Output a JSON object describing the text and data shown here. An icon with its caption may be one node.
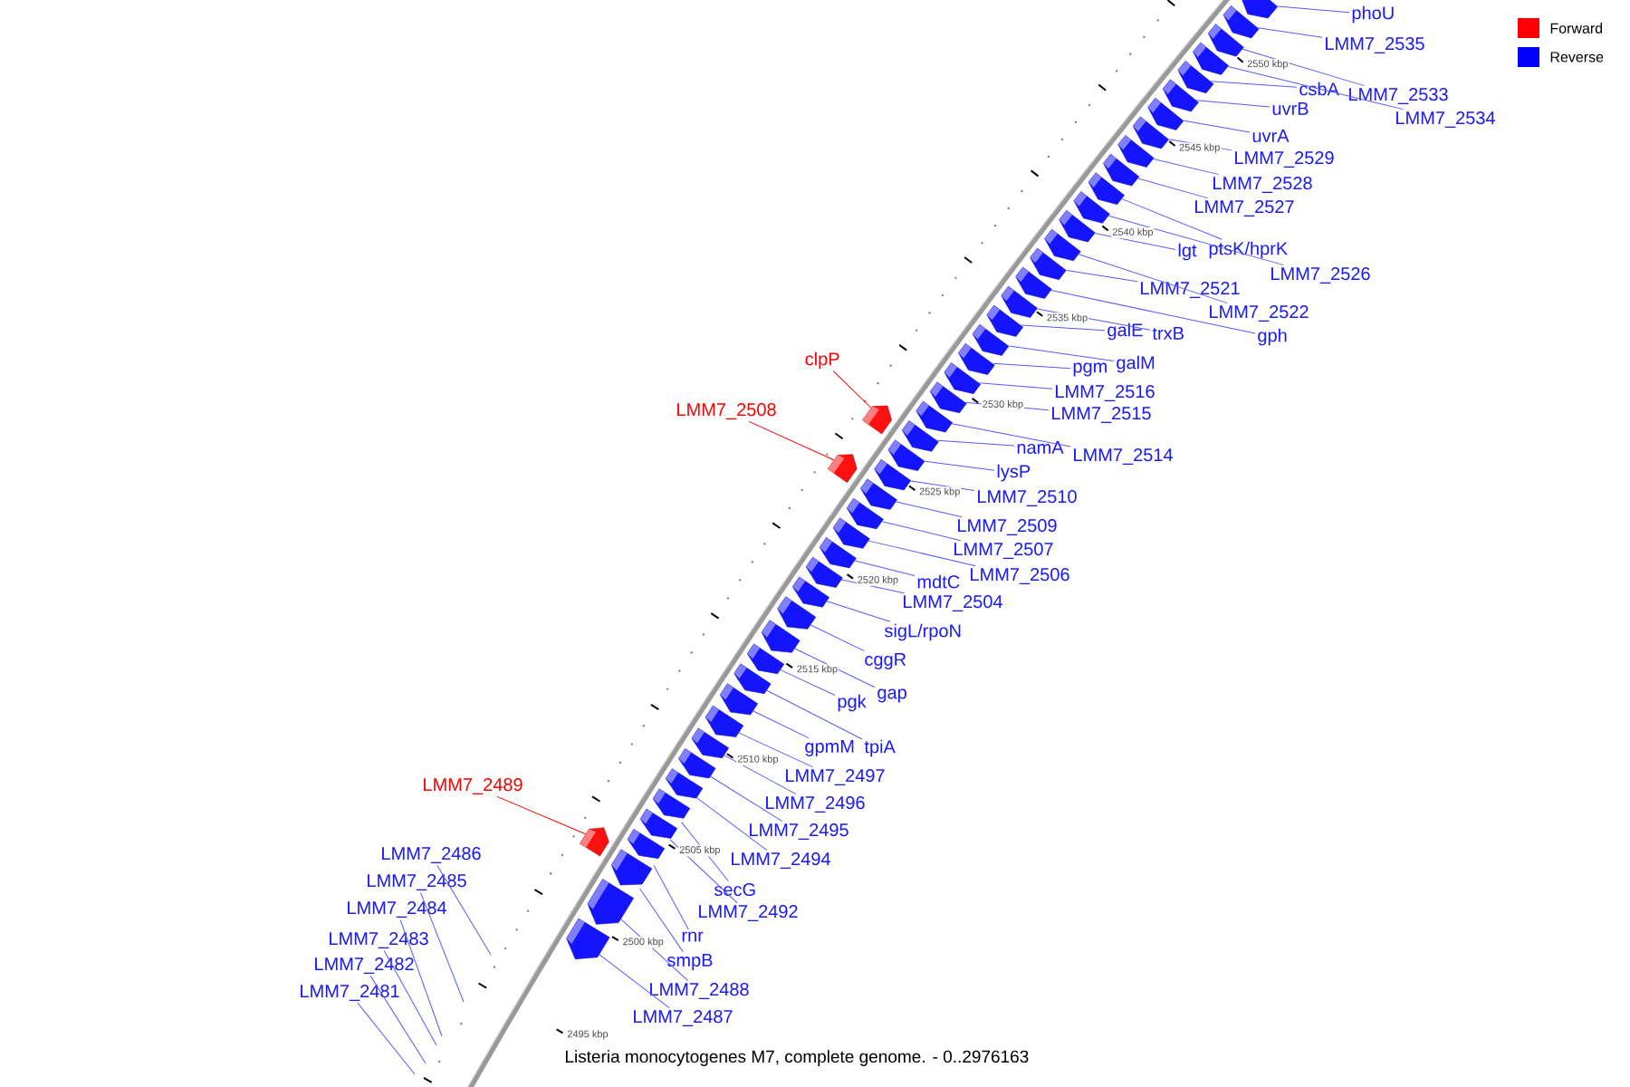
{
  "diagram": {
    "caption": "Listeria monocytogenes M7, complete genome. - 0..2976163",
    "nodes": [
      {
        "text": [
          "phoU"
        ]
      },
      {
        "text": [
          "LMM7_2535"
        ]
      },
      {
        "text": [
          "LMM7_2533"
        ]
      },
      {
        "text": [
          "csbA"
        ]
      },
      {
        "text": [
          "uvrB"
        ]
      },
      {
        "text": [
          "LMM7_2534"
        ]
      },
      {
        "text": [
          "uvrA"
        ]
      },
      {
        "text": [
          "LMM7_2529"
        ]
      },
      {
        "text": [
          "LMM7_2528"
        ]
      },
      {
        "text": [
          "LMM7_2527"
        ]
      },
      {
        "text": [
          "ptsK/hprK"
        ]
      },
      {
        "text": [
          "lgt"
        ]
      },
      {
        "text": [
          "LMM7_2526"
        ]
      },
      {
        "text": [
          "LMM7_2521"
        ]
      },
      {
        "text": [
          "LMM7_2522"
        ]
      },
      {
        "text": [
          "galE"
        ]
      },
      {
        "text": [
          "trxB"
        ]
      },
      {
        "text": [
          "gph"
        ]
      },
      {
        "text": [
          "clpP"
        ]
      },
      {
        "text": [
          "galM"
        ]
      },
      {
        "text": [
          "pgm"
        ]
      },
      {
        "text": [
          "LMM7_2516"
        ]
      },
      {
        "text": [
          "LMM7_2508"
        ]
      },
      {
        "text": [
          "LMM7_2515"
        ]
      },
      {
        "text": [
          "namA"
        ]
      },
      {
        "text": [
          "LMM7_2514"
        ]
      },
      {
        "text": [
          "lysP"
        ]
      },
      {
        "text": [
          "LMM7_2510"
        ]
      },
      {
        "text": [
          "LMM7_2509"
        ]
      },
      {
        "text": [
          "LMM7_2507"
        ]
      },
      {
        "text": [
          "LMM7_2506"
        ]
      },
      {
        "text": [
          "mdtC"
        ]
      },
      {
        "text": [
          "LMM7_2504"
        ]
      },
      {
        "text": [
          "sigL/rpoN"
        ]
      },
      {
        "text": [
          "cggR"
        ]
      },
      {
        "text": [
          "pgk"
        ]
      },
      {
        "text": [
          "gap"
        ]
      },
      {
        "text": [
          "gpmM"
        ]
      },
      {
        "text": [
          "tpiA"
        ]
      },
      {
        "text": [
          "LMM7_2497"
        ]
      },
      {
        "text": [
          "LMM7_2489"
        ]
      },
      {
        "text": [
          "LMM7_2496"
        ]
      },
      {
        "text": [
          "LMM7_2495"
        ]
      },
      {
        "text": [
          "LMM7_2486"
        ]
      },
      {
        "text": [
          "LMM7_2494"
        ]
      },
      {
        "text": [
          "LMM7_2485"
        ]
      },
      {
        "text": [
          "secG"
        ]
      },
      {
        "text": [
          "LMM7_2484"
        ]
      },
      {
        "text": [
          "LMM7_2492"
        ]
      },
      {
        "text": [
          "rnr"
        ]
      },
      {
        "text": [
          "LMM7_2483"
        ]
      },
      {
        "text": [
          "smpB"
        ]
      },
      {
        "text": [
          "LMM7_2482"
        ]
      },
      {
        "text": [
          "LMM7_2488"
        ]
      },
      {
        "text": [
          "LMM7_2481"
        ]
      },
      {
        "text": [
          "LMM7_2487"
        ]
      },
      {
        "text": [],
        "shape": "pentagon"
      },
      {
        "text": [],
        "shape": "pentagon"
      },
      {
        "text": [],
        "shape": "pentagon"
      },
      {
        "text": [],
        "shape": "pentagon"
      },
      {
        "text": [],
        "shape": "pentagon"
      },
      {
        "text": [],
        "shape": "pentagon"
      },
      {
        "text": [],
        "shape": "pentagon"
      },
      {
        "text": [],
        "shape": "pentagon"
      },
      {
        "text": [],
        "shape": "pentagon"
      },
      {
        "text": [],
        "shape": "pentagon"
      },
      {
        "text": [],
        "shape": "pentagon"
      },
      {
        "text": [],
        "shape": "pentagon"
      },
      {
        "text": [],
        "shape": "pentagon"
      },
      {
        "text": [],
        "shape": "pentagon"
      },
      {
        "text": [],
        "shape": "pentagon"
      },
      {
        "text": [],
        "shape": "pentagon"
      },
      {
        "text": [],
        "shape": "pentagon"
      },
      {
        "text": [],
        "shape": "pentagon"
      },
      {
        "text": [],
        "shape": "pentagon"
      },
      {
        "text": [],
        "shape": "pentagon"
      },
      {
        "text": [],
        "shape": "pentagon"
      },
      {
        "text": [],
        "shape": "pentagon"
      },
      {
        "text": [],
        "shape": "pentagon"
      },
      {
        "text": [],
        "shape": "pentagon"
      },
      {
        "text": [],
        "shape": "pentagon"
      },
      {
        "text": [],
        "shape": "pentagon"
      },
      {
        "text": [],
        "shape": "pentagon"
      },
      {
        "text": [],
        "shape": "pentagon"
      },
      {
        "text": [],
        "shape": "pentagon"
      },
      {
        "text": [],
        "shape": "pentagon"
      },
      {
        "text": [],
        "shape": "pentagon"
      },
      {
        "text": [],
        "shape": "pentagon"
      },
      {
        "text": [],
        "shape": "pentagon"
      },
      {
        "text": [],
        "shape": "pentagon"
      },
      {
        "text": [],
        "shape": "pentagon"
      },
      {
        "text": [],
        "shape": "pentagon"
      },
      {
        "text": [],
        "shape": "pentagon"
      },
      {
        "text": [],
        "shape": "pentagon"
      },
      {
        "text": [],
        "shape": "pentagon"
      },
      {
        "text": [],
        "shape": "pentagon"
      },
      {
        "text": [],
        "shape": "pentagon"
      },
      {
        "text": [],
        "shape": "pentagon"
      },
      {
        "text": [],
        "shape": "pentagon"
      },
      {
        "text": [],
        "shape": "pentagon"
      },
      {
        "text": [],
        "shape": "pentagon"
      },
      {
        "text": [],
        "shape": "pentagon"
      },
      {
        "text": [],
        "shape": "pentagon"
      },
      {
        "text": [],
        "shape": "pentagon"
      },
      {
        "text": [],
        "shape": "pentagon"
      },
      {
        "text": [],
        "shape": "pentagon"
      }
    ],
    "edges": [
      {
        "from": 0,
        "to": 56,
        "arrow": "none"
      },
      {
        "from": 1,
        "to": 57,
        "arrow": "none"
      },
      {
        "from": 2,
        "to": 58,
        "arrow": "none"
      },
      {
        "from": 3,
        "to": 59,
        "arrow": "none"
      },
      {
        "from": 4,
        "to": 60,
        "arrow": "none"
      },
      {
        "from": 5,
        "to": 61,
        "arrow": "none"
      },
      {
        "from": 6,
        "to": 62,
        "arrow": "none"
      },
      {
        "from": 7,
        "to": 63,
        "arrow": "none"
      },
      {
        "from": 8,
        "to": 64,
        "arrow": "none"
      },
      {
        "from": 9,
        "to": 65,
        "arrow": "none"
      },
      {
        "from": 10,
        "to": 66,
        "arrow": "none"
      },
      {
        "from": 11,
        "to": 67,
        "arrow": "none"
      },
      {
        "from": 12,
        "to": 68,
        "arrow": "none"
      },
      {
        "from": 13,
        "to": 69,
        "arrow": "none"
      },
      {
        "from": 14,
        "to": 70,
        "arrow": "none"
      },
      {
        "from": 15,
        "to": 71,
        "arrow": "none"
      },
      {
        "from": 16,
        "to": 72,
        "arrow": "none"
      },
      {
        "from": 17,
        "to": 73,
        "arrow": "none"
      },
      {
        "from": 18,
        "to": 74,
        "arrow": "none",
        "color": "#ff0000"
      },
      {
        "from": 19,
        "to": 75,
        "arrow": "none"
      },
      {
        "from": 20,
        "to": 76,
        "arrow": "none"
      },
      {
        "from": 21,
        "to": 77,
        "arrow": "none"
      },
      {
        "from": 22,
        "to": 78,
        "arrow": "none",
        "color": "#ff0000"
      },
      {
        "from": 23,
        "to": 79,
        "arrow": "none"
      },
      {
        "from": 24,
        "to": 80,
        "arrow": "none"
      },
      {
        "from": 25,
        "to": 81,
        "arrow": "none"
      },
      {
        "from": 26,
        "to": 82,
        "arrow": "none"
      },
      {
        "from": 27,
        "to": 83,
        "arrow": "none"
      },
      {
        "from": 28,
        "to": 84,
        "arrow": "none"
      },
      {
        "from": 29,
        "to": 85,
        "arrow": "none"
      },
      {
        "from": 30,
        "to": 86,
        "arrow": "none"
      },
      {
        "from": 31,
        "to": 87,
        "arrow": "none"
      },
      {
        "from": 32,
        "to": 88,
        "arrow": "none"
      },
      {
        "from": 33,
        "to": 89,
        "arrow": "none"
      },
      {
        "from": 34,
        "to": 90,
        "arrow": "none"
      },
      {
        "from": 35,
        "to": 91,
        "arrow": "none"
      },
      {
        "from": 36,
        "to": 92,
        "arrow": "none"
      },
      {
        "from": 37,
        "to": 93,
        "arrow": "none"
      },
      {
        "from": 38,
        "to": 94,
        "arrow": "none"
      },
      {
        "from": 39,
        "to": 95,
        "arrow": "none"
      },
      {
        "from": 40,
        "to": 96,
        "arrow": "none",
        "color": "#ff0000"
      },
      {
        "from": 41,
        "to": 97,
        "arrow": "none"
      },
      {
        "from": 42,
        "to": 98,
        "arrow": "none"
      },
      {
        "from": 43,
        "to": null,
        "arrow": "none"
      },
      {
        "from": 44,
        "to": 99,
        "arrow": "none"
      },
      {
        "from": 45,
        "to": null,
        "arrow": "none"
      },
      {
        "from": 46,
        "to": 100,
        "arrow": "none"
      },
      {
        "from": 47,
        "to": null,
        "arrow": "none"
      },
      {
        "from": 48,
        "to": 101,
        "arrow": "none"
      },
      {
        "from": 49,
        "to": 102,
        "arrow": "none"
      },
      {
        "from": 50,
        "to": null,
        "arrow": "none"
      },
      {
        "from": 51,
        "to": 103,
        "arrow": "none"
      },
      {
        "from": 52,
        "to": null,
        "arrow": "none"
      },
      {
        "from": 53,
        "to": 104,
        "arrow": "none"
      },
      {
        "from": 54,
        "to": null,
        "arrow": "none"
      },
      {
        "from": 55,
        "to": 105,
        "arrow": "none"
      }
    ],
    "labels": [
      "2550 kbp",
      "2545 kbp",
      "2540 kbp",
      "2535 kbp",
      "2530 kbp",
      "2525 kbp",
      "2520 kbp",
      "2515 kbp",
      "2510 kbp",
      "2505 kbp",
      "2500 kbp",
      "2495 kbp"
    ],
    "legend": [
      {
        "text": "Forward",
        "color": "#ff0000"
      },
      {
        "text": "Reverse",
        "color": "#0000ff"
      }
    ]
  }
}
